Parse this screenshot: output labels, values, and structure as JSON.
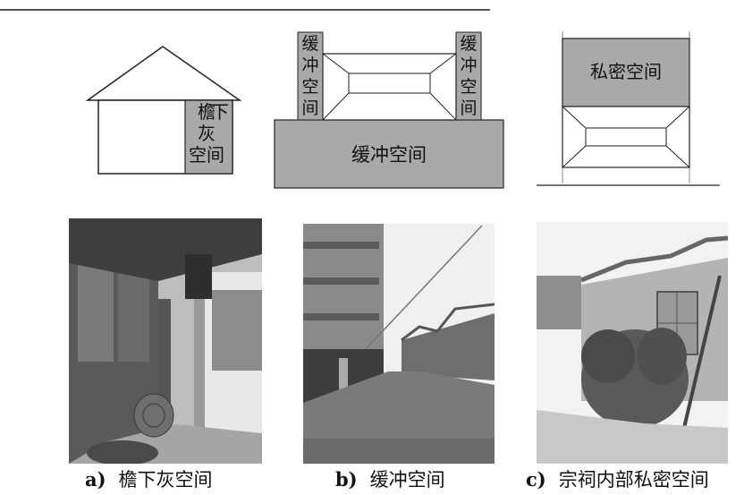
{
  "diagram_a": {
    "label": [
      "檐",
      "下",
      "灰",
      "空间"
    ]
  },
  "diagram_b": {
    "left_label": [
      "缓",
      "冲",
      "空",
      "间"
    ],
    "right_label": [
      "缓",
      "冲",
      "空",
      "间"
    ],
    "base_label": "缓冲空间"
  },
  "diagram_c": {
    "top_label": "私密空间"
  },
  "captions": [
    {
      "letter": "a)",
      "text": "檐下灰空间"
    },
    {
      "letter": "b)",
      "text": "缓冲空间"
    },
    {
      "letter": "c)",
      "text": "宗祠内部私密空间"
    }
  ],
  "colors": {
    "gray_fill": "#a9a9a9",
    "line": "#222222"
  }
}
